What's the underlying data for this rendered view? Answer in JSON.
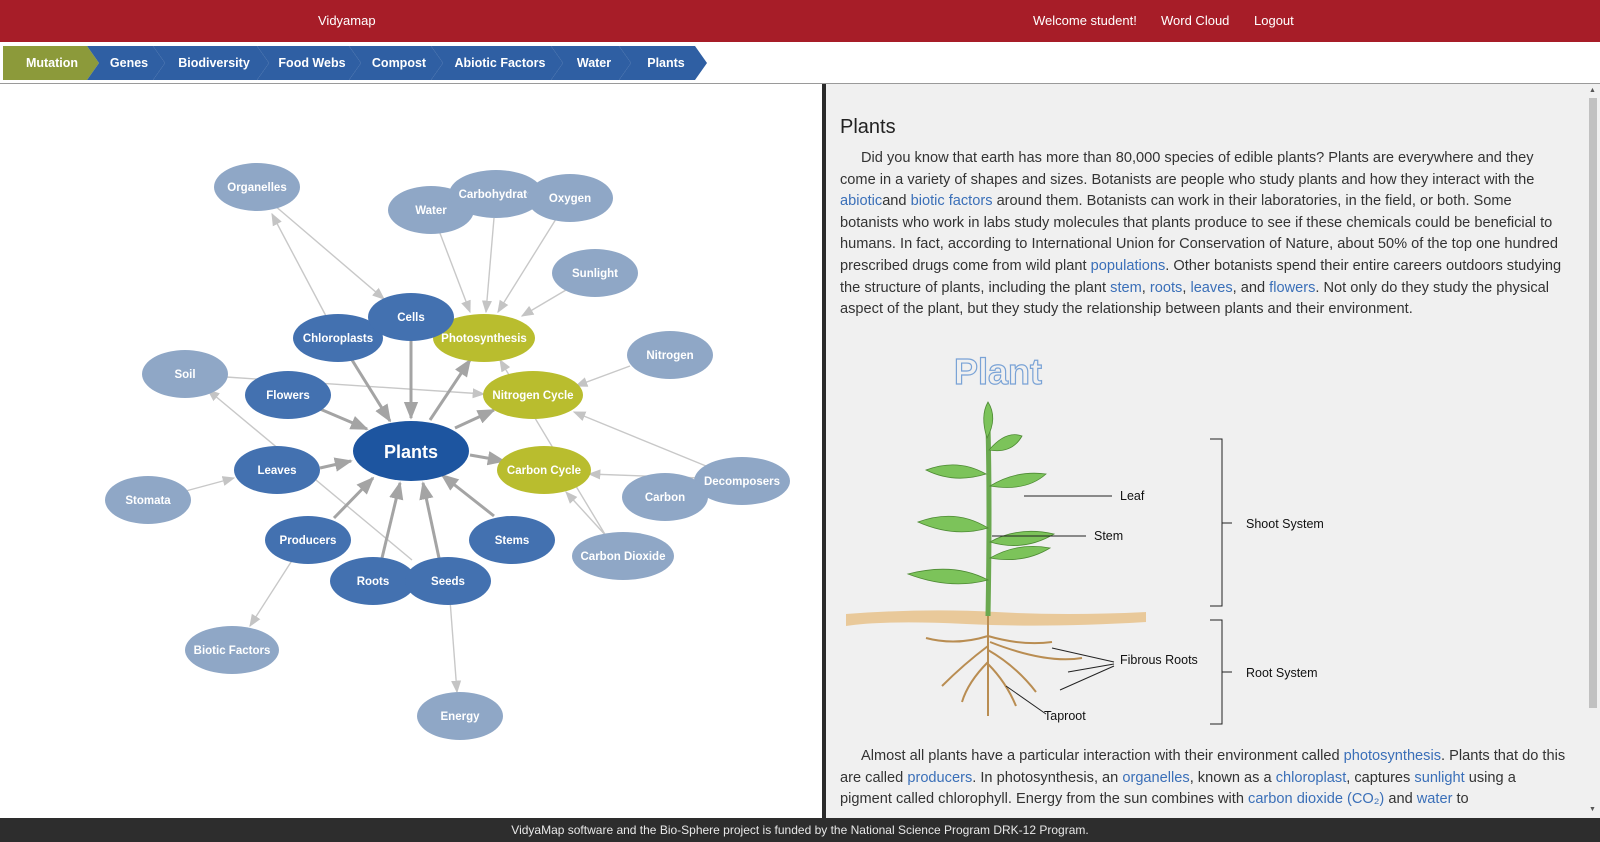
{
  "header": {
    "brand": "Vidyamap",
    "links": [
      "Welcome student!",
      "Word Cloud",
      "Logout"
    ]
  },
  "breadcrumbs": [
    "Mutation",
    "Genes",
    "Biodiversity",
    "Food Webs",
    "Compost",
    "Abiotic Factors",
    "Water",
    "Plants"
  ],
  "colors": {
    "header": "#a71d28",
    "crumb_active": "#8c9a3a",
    "crumb": "#2f5fa3",
    "node_center": "#1d55a0",
    "node_primary": "#4371b0",
    "node_secondary": "#8fa7c6",
    "node_process": "#b9bd2e",
    "link_blue": "#3a6fb8"
  },
  "concept_map": {
    "center": "Plants",
    "nodes": {
      "organelles": "Organelles",
      "water": "Water",
      "carbohydrate": "Carbohydrate",
      "oxygen": "Oxygen",
      "sunlight": "Sunlight",
      "cells": "Cells",
      "chloroplasts": "Chloroplasts",
      "photosynthesis": "Photosynthesis",
      "nitrogen": "Nitrogen",
      "soil": "Soil",
      "flowers": "Flowers",
      "nitrogen_cycle": "Nitrogen Cycle",
      "leaves": "Leaves",
      "carbon_cycle": "Carbon Cycle",
      "decomposers": "Decomposers",
      "stomata": "Stomata",
      "carbon": "Carbon",
      "producers": "Producers",
      "stems": "Stems",
      "carbon_dioxide": "Carbon Dioxide",
      "roots": "Roots",
      "seeds": "Seeds",
      "biotic_factors": "Biotic Factors",
      "energy": "Energy"
    }
  },
  "article": {
    "title": "Plants",
    "para1": {
      "t1": "Did you know that earth has more than 80,000 species of edible plants? Plants are everywhere and they come in a variety of shapes and sizes. Botanists are people who study plants and how they interact with the ",
      "l1": "abiotic",
      "t2": "and ",
      "l2": "biotic factors",
      "t3": " around them. Botanists can work in their laboratories, in the field, or both. Some botanists who work in labs study molecules that plants produce to see if these chemicals could be beneficial to humans. In fact, according to International Union for Conservation of Nature, about 50% of the top one hundred prescribed drugs come from wild plant ",
      "l3": "populations",
      "t4": ". Other botanists spend their entire careers outdoors studying the structure of plants, including the plant ",
      "l4": "stem",
      "t5": ", ",
      "l5": "roots",
      "t6": ", ",
      "l6": "leaves",
      "t7": ", and ",
      "l7": "flowers",
      "t8": ". Not only do they study the physical aspect of the plant, but they study the relationship between plants and their environment."
    },
    "diagram": {
      "title": "Plant",
      "leaf": "Leaf",
      "stem": "Stem",
      "shoot_system": "Shoot System",
      "fibrous_roots": "Fibrous Roots",
      "taproot": "Taproot",
      "root_system": "Root System"
    },
    "para2": {
      "t1": "Almost all plants have a particular interaction with their environment called ",
      "l1": "photosynthesis",
      "t2": ". Plants that do this are called ",
      "l2": "producers",
      "t3": ". In photosynthesis, an ",
      "l3": "organelles",
      "t4": ", known as a ",
      "l4": "chloroplast",
      "t5": ", captures ",
      "l5": "sunlight",
      "t6": " using a pigment called chlorophyll. Energy from the sun combines with ",
      "l6": "carbon dioxide (CO₂)",
      "t7": " and ",
      "l7": "water",
      "t8": " to"
    }
  },
  "footer": "VidyaMap software and the Bio-Sphere project is funded by the National Science Program DRK-12 Program."
}
